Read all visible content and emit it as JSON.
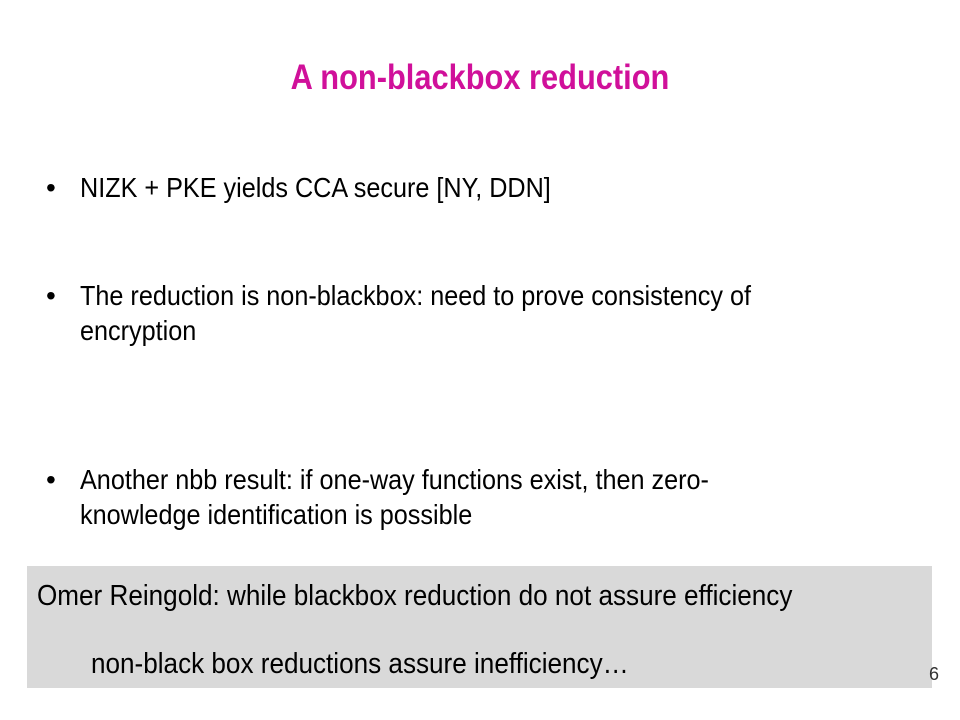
{
  "slide": {
    "title": "A non-blackbox reduction",
    "bullets": [
      {
        "marker": "•",
        "text": "NIZK + PKE yields CCA secure [NY, DDN]"
      },
      {
        "marker": "•",
        "text": "The reduction is non-blackbox: need to prove consistency of encryption"
      },
      {
        "marker": "•",
        "text": "Another nbb result: if one-way functions exist, then  zero-knowledge identification is possible"
      }
    ],
    "quote": {
      "line1": "Omer Reingold: while blackbox reduction do not assure efficiency",
      "line2": "non-black box reductions assure inefficiency…"
    },
    "page_number": "6"
  },
  "colors": {
    "title": "#d0109a",
    "quote_background": "#d9d9d9"
  }
}
